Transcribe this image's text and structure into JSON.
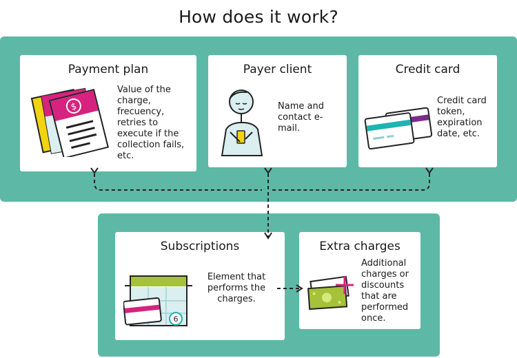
{
  "title": "How does it work?",
  "cards": {
    "payment_plan": {
      "title": "Payment plan",
      "text": "Value of the charge, frecuency, retries to execute if the collection fails, etc.",
      "icon": "payment-plan-documents-icon"
    },
    "payer_client": {
      "title": "Payer client",
      "text": "Name and contact e-mail.",
      "icon": "person-with-phone-icon"
    },
    "credit_card": {
      "title": "Credit card",
      "text": "Credit card token, expiration date, etc.",
      "icon": "credit-cards-icon"
    },
    "subscriptions": {
      "title": "Subscriptions",
      "text": "Element that performs the charges.",
      "icon": "calendar-with-card-icon",
      "badge": "6"
    },
    "extra_charges": {
      "title": "Extra charges",
      "text": "Additional charges or discounts that are performed once.",
      "icon": "banknotes-plus-icon"
    }
  },
  "colors": {
    "band": "#5db9a6",
    "magenta": "#d6237f",
    "yellow": "#f2d311",
    "lime": "#a6c23a",
    "teal": "#1fb3b1",
    "purple": "#7b2d87",
    "light_teal": "#dbeef0"
  }
}
